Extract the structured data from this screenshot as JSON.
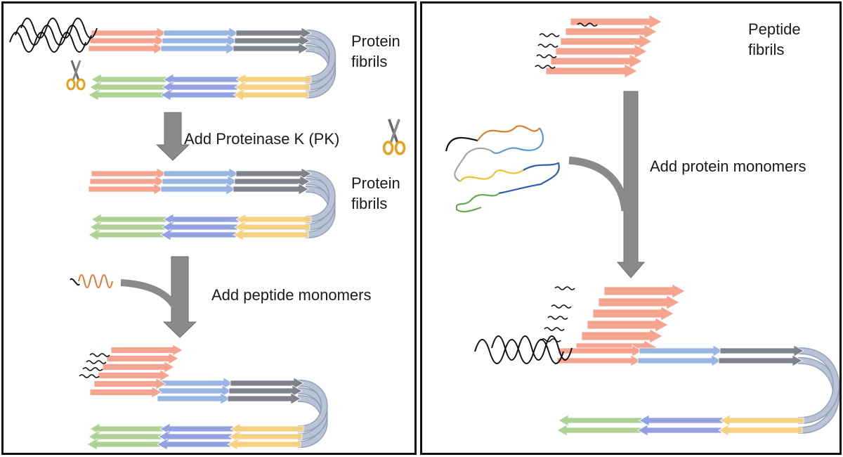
{
  "left_panel": {
    "label_protein_fibrils_top": [
      "Protein",
      "fibrils"
    ],
    "step_add_pk": "Add Proteinase K (PK)",
    "label_protein_fibrils_mid": [
      "Protein",
      "fibrils"
    ],
    "step_add_peptide": "Add peptide monomers"
  },
  "right_panel": {
    "label_peptide_fibrils": [
      "Peptide",
      "fibrils"
    ],
    "step_add_protein": "Add protein monomers"
  },
  "colors": {
    "salmon": "#f4a08a",
    "blue": "#93b3e0",
    "dark_gray": "#7a7d86",
    "green": "#a9d08e",
    "purple": "#8d9de0",
    "yellow": "#f7cf7c",
    "loop_gray": "#b9c3d6",
    "process_arrow": "#8a8a8a",
    "orange_line": "#e07b2a",
    "blue_line": "#5b9bd5",
    "gray_line": "#a6a6a6",
    "gold_line": "#f2c12e",
    "navy_line": "#2f5cad",
    "green_line": "#6aa84f"
  },
  "icons": [
    "scissors-icon",
    "wavy-tail-icon",
    "peptide-monomer-icon",
    "protein-monomer-icon"
  ]
}
